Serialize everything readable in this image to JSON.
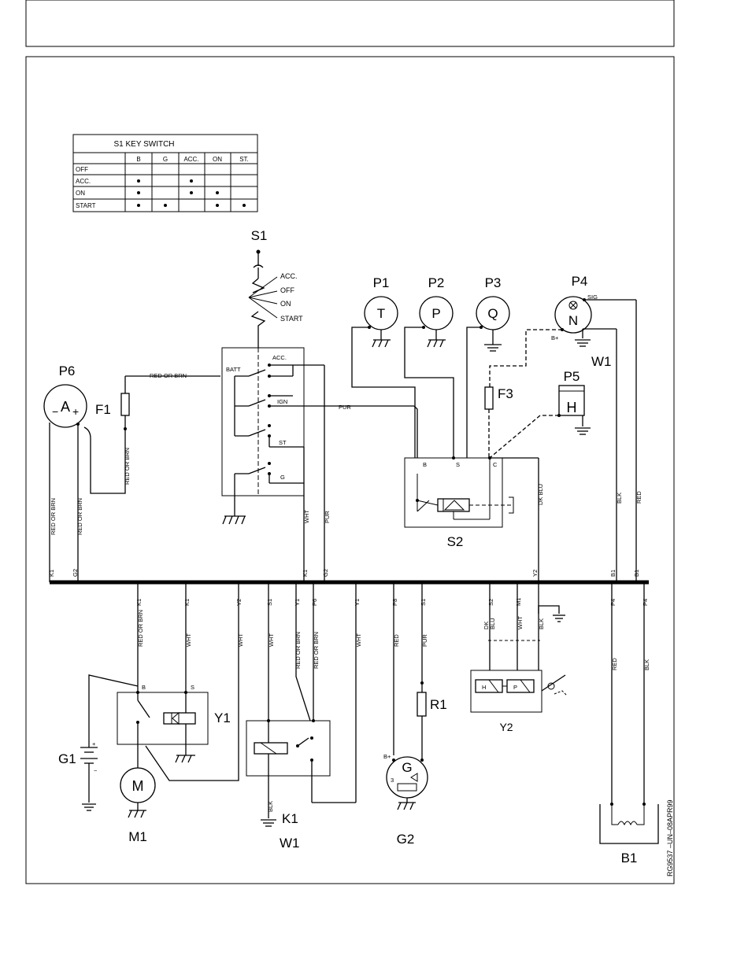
{
  "table": {
    "title": "S1  KEY SWITCH",
    "columns": [
      "B",
      "G",
      "ACC.",
      "ON",
      "ST."
    ],
    "rows": [
      {
        "label": "OFF",
        "marks": [
          false,
          false,
          false,
          false,
          false
        ]
      },
      {
        "label": "ACC.",
        "marks": [
          true,
          false,
          true,
          false,
          false
        ]
      },
      {
        "label": "ON",
        "marks": [
          true,
          false,
          true,
          true,
          false
        ]
      },
      {
        "label": "START",
        "marks": [
          true,
          true,
          false,
          true,
          true
        ]
      }
    ]
  },
  "components": {
    "s1": "S1",
    "s2": "S2",
    "p1": "P1",
    "p2": "P2",
    "p3": "P3",
    "p4": "P4",
    "p5": "P5",
    "p6": "P6",
    "f1": "F1",
    "f3": "F3",
    "y1": "Y1",
    "y2": "Y2",
    "g1": "G1",
    "g2": "G2",
    "m1": "M1",
    "k1": "K1",
    "w1_top": "W1",
    "w1_bottom": "W1",
    "r1": "R1",
    "b1": "B1"
  },
  "gauge_letters": {
    "p6": "A",
    "p1": "T",
    "p2": "P",
    "p3": "Q",
    "p4": "N",
    "p5": "H",
    "m1": "M",
    "g2": "G"
  },
  "key_positions": [
    "ACC.",
    "OFF",
    "ON",
    "START"
  ],
  "switch_terminals": {
    "batt": "BATT",
    "acc": "ACC.",
    "ign": "IGN",
    "st": "ST",
    "g": "G"
  },
  "s2_terminals": {
    "b": "B",
    "s": "S",
    "c": "C"
  },
  "p4_terminals": {
    "sig": "SIG",
    "bplus": "B+"
  },
  "g2_terminals": {
    "bplus": "B+",
    "three": "3"
  },
  "y2_parts": {
    "h": "H",
    "p": "P"
  },
  "y1_terminals": {
    "b": "B",
    "s": "S"
  },
  "wire_labels": {
    "red_or_brn": "RED OR BRN",
    "pur": "PUR",
    "wht": "WHT",
    "dk_blu": "DK BLU",
    "dk_blu_stack": "DK\nBLU",
    "blk": "BLK",
    "red": "RED"
  },
  "bus_top_ids": [
    "K1",
    "G2",
    "K1",
    "G2",
    "Y2",
    "B1",
    "B1"
  ],
  "bus_bottom_ids": [
    "K1",
    "K1",
    "Y2",
    "S1",
    "Y1",
    "P6",
    "Y1",
    "P8",
    "S1",
    "S2",
    "M1",
    "P4",
    "P4"
  ],
  "polarity": {
    "minus": "−",
    "plus": "+"
  },
  "reference": "RG9537  –UN–08APR99"
}
